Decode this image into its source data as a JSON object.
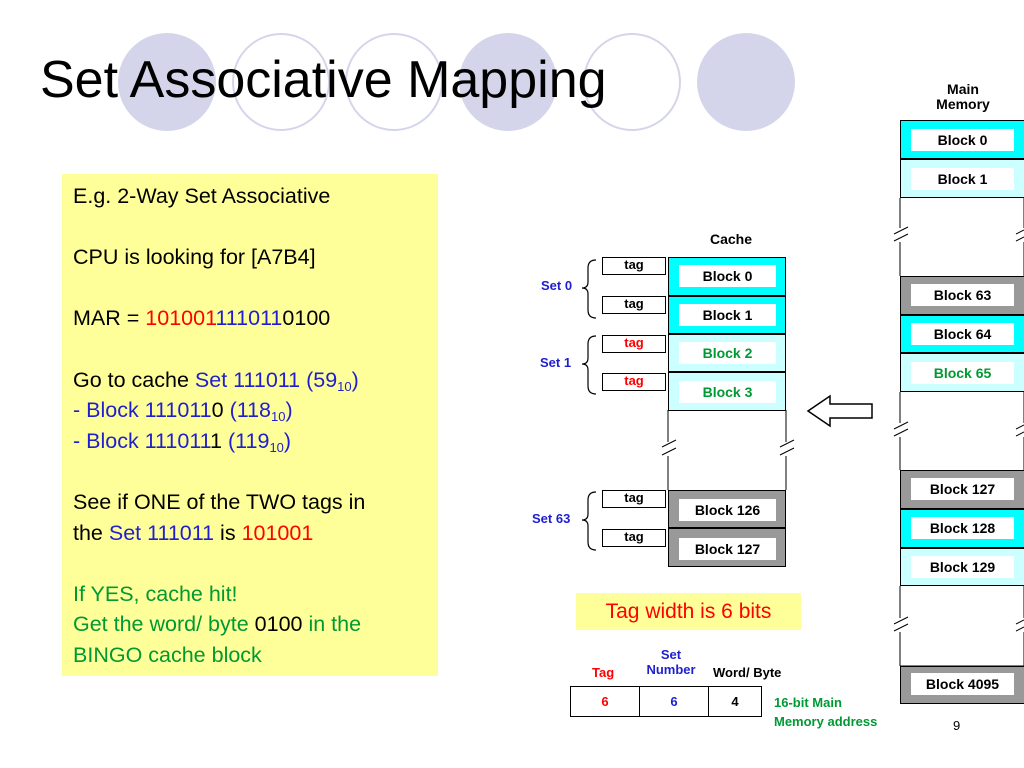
{
  "title": "Set Associative Mapping",
  "page_number": "9",
  "colors": {
    "decor_circles": "#d4d5ea",
    "note_bg": "#ffff99",
    "red": "#ff0000",
    "blue": "#1f1fcf",
    "green": "#009933",
    "cyan": "#00ffff",
    "light_cyan": "#ccffff",
    "grey": "#999999"
  },
  "notes": {
    "line1": "E.g. 2-Way Set Associative",
    "line2": "CPU is looking for [A7B4]",
    "mar_prefix": "MAR = ",
    "mar_tag": "101001",
    "mar_set": "111011",
    "mar_word": "0100",
    "goto_prefix": "Go to cache ",
    "goto_set": "Set 111011 (59",
    "goto_set_sub": "10",
    "goto_set_close": ")",
    "block_a_prefix": "- Block 111011",
    "block_a_bit": "0",
    "block_a_rest": " (118",
    "block_a_sub": "10",
    "block_a_close": ")",
    "block_b_prefix": "- Block 111011",
    "block_b_bit": "1",
    "block_b_rest": " (119",
    "block_b_sub": "10",
    "block_b_close": ")",
    "see_line1": "See if ONE of the TWO tags in",
    "see_the": "the ",
    "see_set": "Set 111011",
    "see_is": " is ",
    "see_tag": "101001",
    "hit_line1": "If YES, cache hit!",
    "hit_line2_prefix": "Get the word/ byte ",
    "hit_line2_word": "0100",
    "hit_line2_suffix": " in the",
    "hit_line3": "BINGO cache block"
  },
  "cache": {
    "title": "Cache",
    "tag_label": "tag",
    "sets": [
      {
        "label": "Set 0",
        "blocks": [
          "Block 0",
          "Block 1"
        ]
      },
      {
        "label": "Set 1",
        "blocks": [
          "Block 2",
          "Block 3"
        ]
      },
      {
        "label": "Set 63",
        "blocks": [
          "Block 126",
          "Block 127"
        ]
      }
    ]
  },
  "main_memory": {
    "title_line1": "Main",
    "title_line2": "Memory",
    "blocks": [
      "Block 0",
      "Block 1",
      "Block 63",
      "Block 64",
      "Block 65",
      "Block 127",
      "Block 128",
      "Block 129",
      "Block 4095"
    ]
  },
  "tag_width_note": "Tag width is 6 bits",
  "address_format": {
    "headers": {
      "tag": "Tag",
      "set_line1": "Set",
      "set_line2": "Number",
      "word": "Word/ Byte"
    },
    "values": [
      "6",
      "6",
      "4"
    ],
    "caption_line1": "16-bit Main",
    "caption_line2": "Memory address"
  }
}
